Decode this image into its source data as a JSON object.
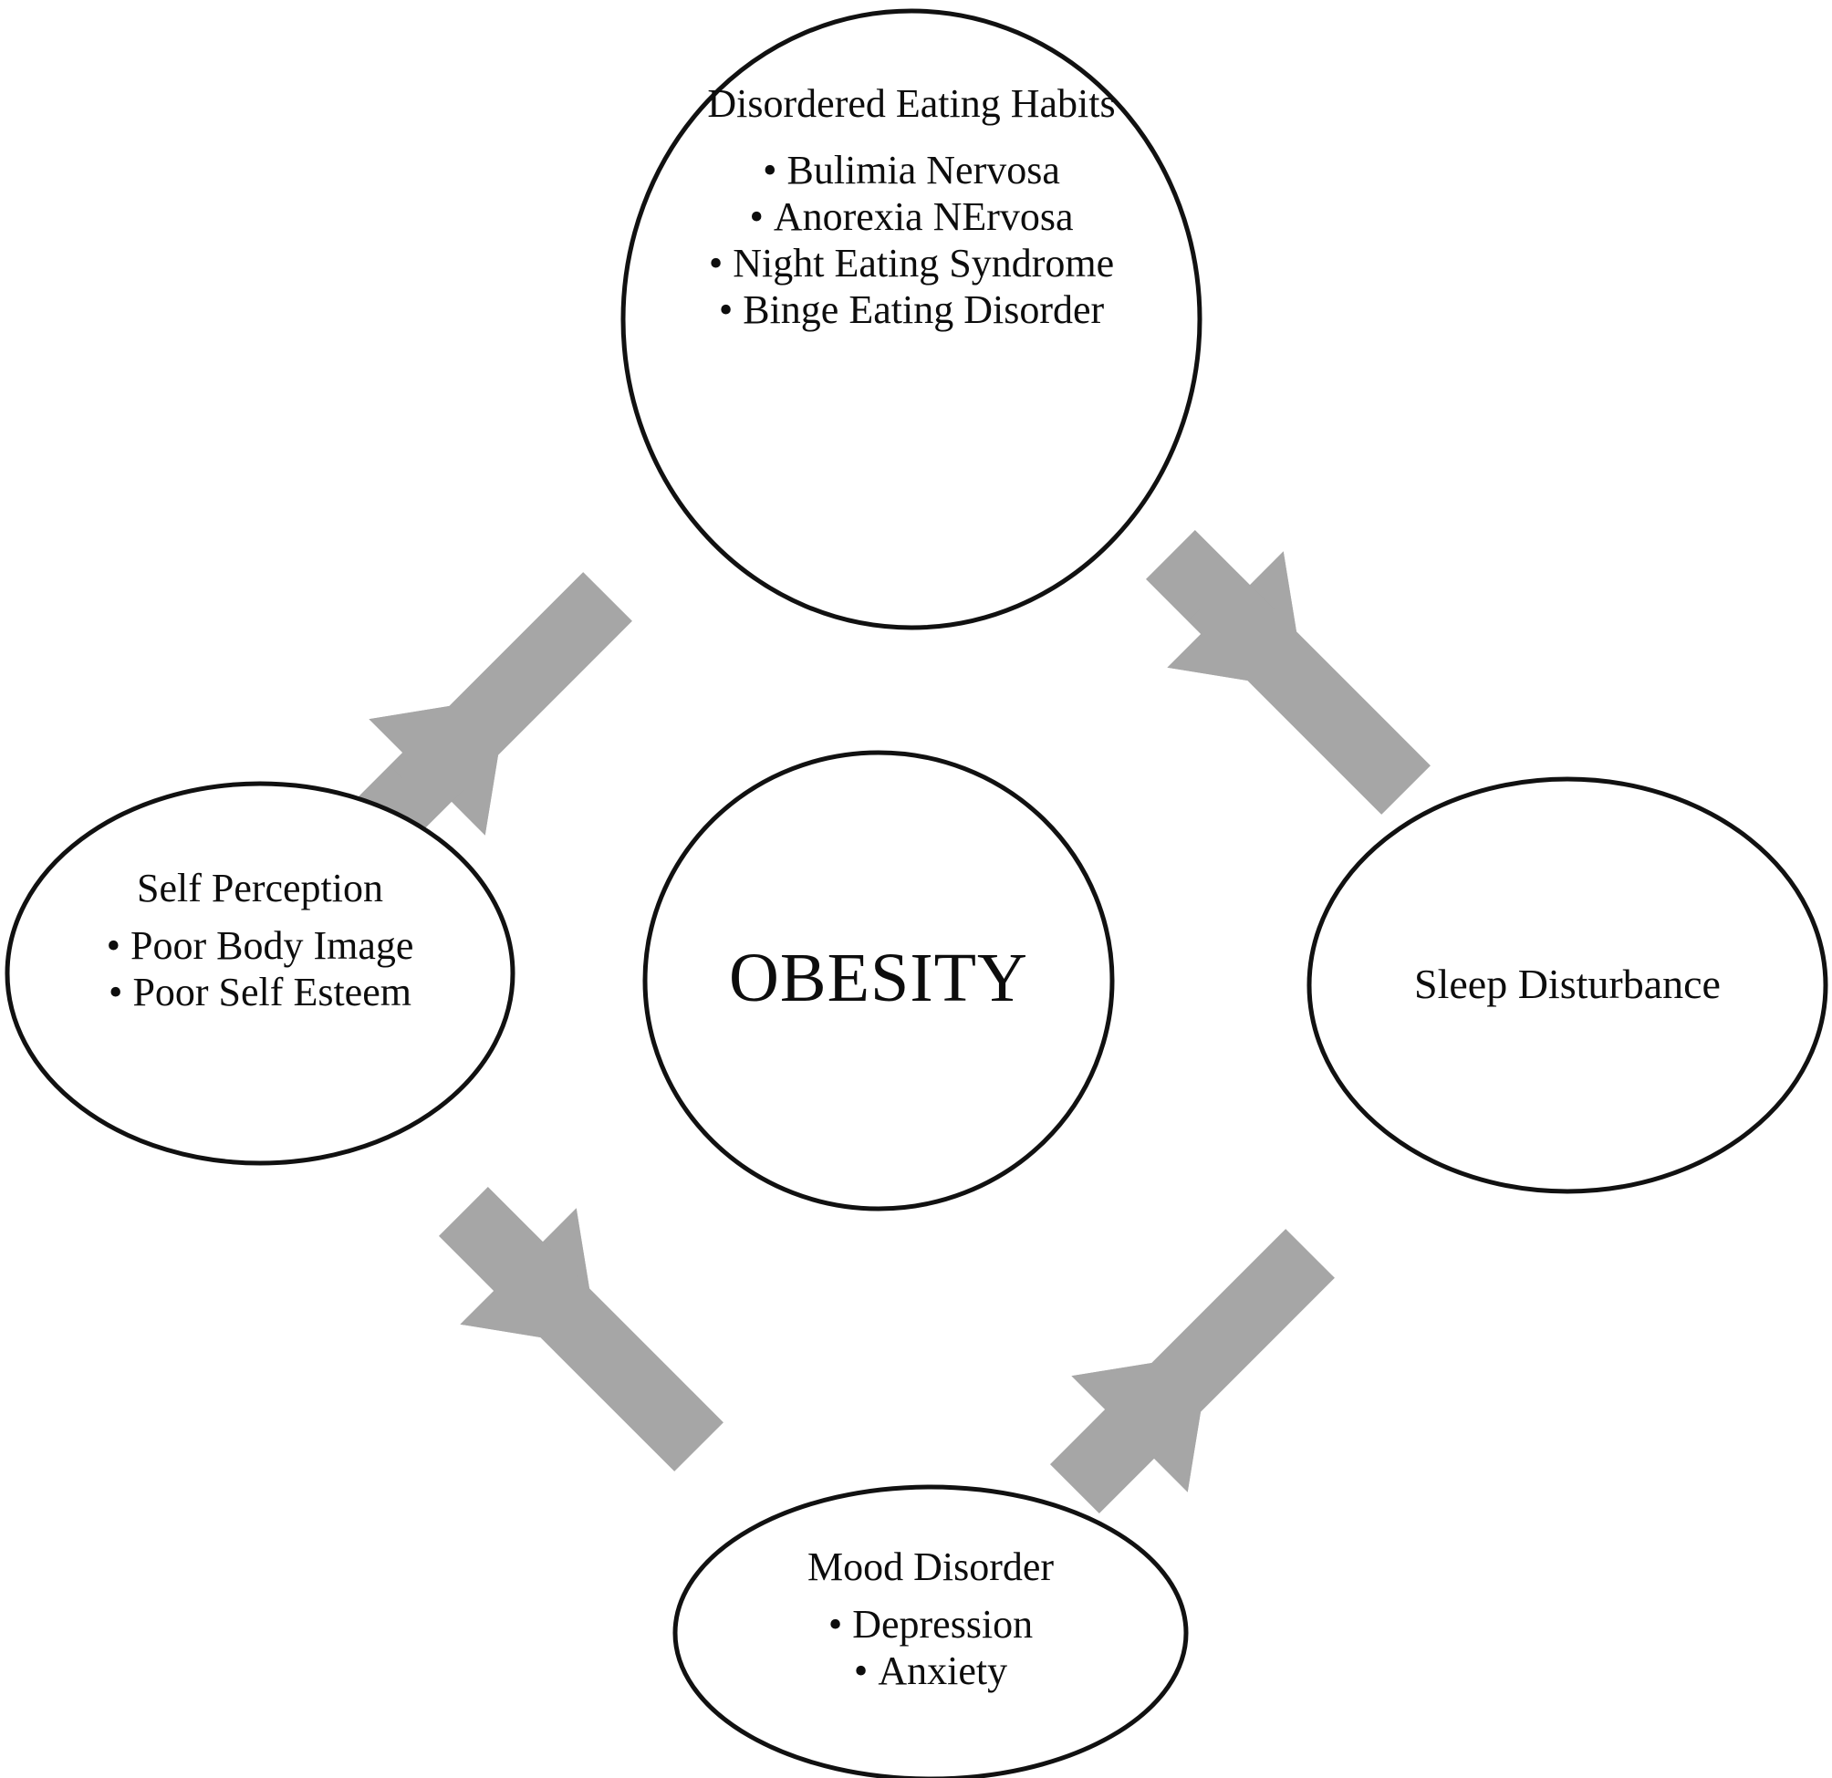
{
  "diagram": {
    "type": "concept-map",
    "title_node": "OBESITY",
    "colors": {
      "ellipse_fill": "#ffffff",
      "ellipse_stroke": "#111111",
      "arrow_fill": "#a6a6a6",
      "text": "#0d0d0d",
      "background": "#ffffff"
    },
    "nodes": {
      "center": {
        "id": "obesity",
        "title": "OBESITY",
        "items": []
      },
      "top": {
        "id": "disordered-eating-habits",
        "title": "Disordered Eating Habits",
        "items": [
          "Bulimia Nervosa",
          "Anorexia NErvosa",
          "Night Eating Syndrome",
          "Binge Eating Disorder"
        ]
      },
      "left": {
        "id": "self-perception",
        "title": "Self Perception",
        "items": [
          "Poor Body Image",
          "Poor Self Esteem"
        ]
      },
      "right": {
        "id": "sleep-disturbance",
        "title": "Sleep Disturbance",
        "items": []
      },
      "bottom": {
        "id": "mood-disorder",
        "title": "Mood Disorder",
        "items": [
          "Depression",
          "Anxiety"
        ]
      }
    },
    "connectors": [
      {
        "id": "top-left",
        "from": "self-perception",
        "to": "disordered-eating-habits",
        "style": "double-headed-arrow"
      },
      {
        "id": "top-right",
        "from": "sleep-disturbance",
        "to": "disordered-eating-habits",
        "style": "double-headed-arrow"
      },
      {
        "id": "bottom-left",
        "from": "self-perception",
        "to": "mood-disorder",
        "style": "double-headed-arrow"
      },
      {
        "id": "bottom-right",
        "from": "sleep-disturbance",
        "to": "mood-disorder",
        "style": "double-headed-arrow"
      }
    ]
  }
}
